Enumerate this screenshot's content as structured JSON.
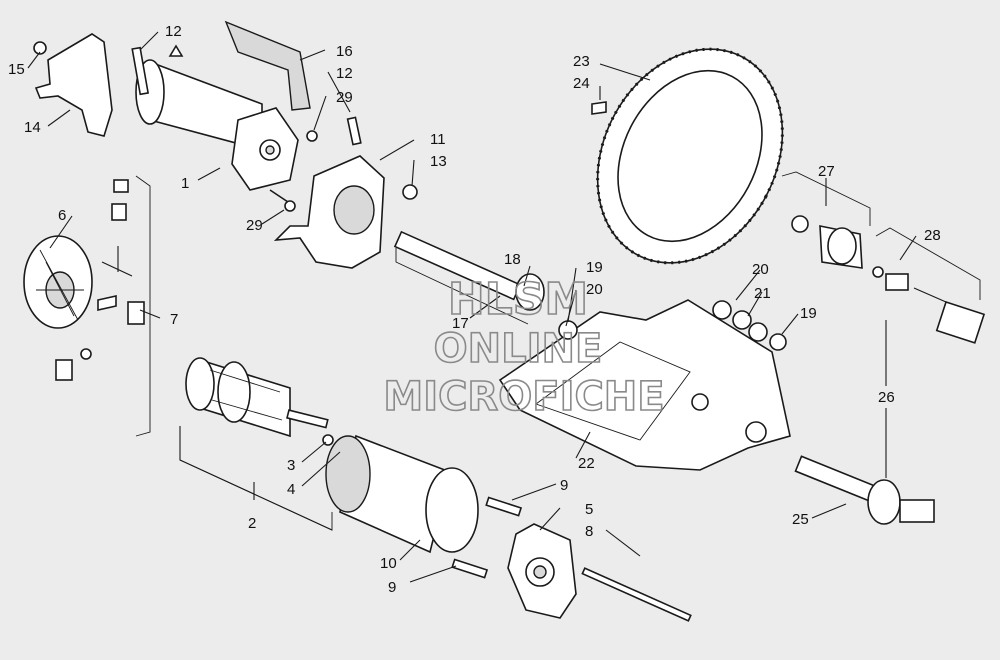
{
  "watermark": [
    "HLSM",
    "ONLINE",
    "MICROFICHE"
  ],
  "callouts": {
    "c15": "15",
    "c14": "14",
    "c12a": "12",
    "c16": "16",
    "c12b": "12",
    "c29a": "29",
    "c1": "1",
    "c29b": "29",
    "c11": "11",
    "c13": "13",
    "c6": "6",
    "c7": "7",
    "c3": "3",
    "c4": "4",
    "c2": "2",
    "c10": "10",
    "c9a": "9",
    "c5": "5",
    "c8": "8",
    "c9b": "9",
    "c18": "18",
    "c19a": "19",
    "c20a": "20",
    "c17": "17",
    "c23": "23",
    "c24": "24",
    "c27": "27",
    "c28": "28",
    "c20b": "20",
    "c21": "21",
    "c19b": "19",
    "c26": "26",
    "c22": "22",
    "c25": "25"
  }
}
